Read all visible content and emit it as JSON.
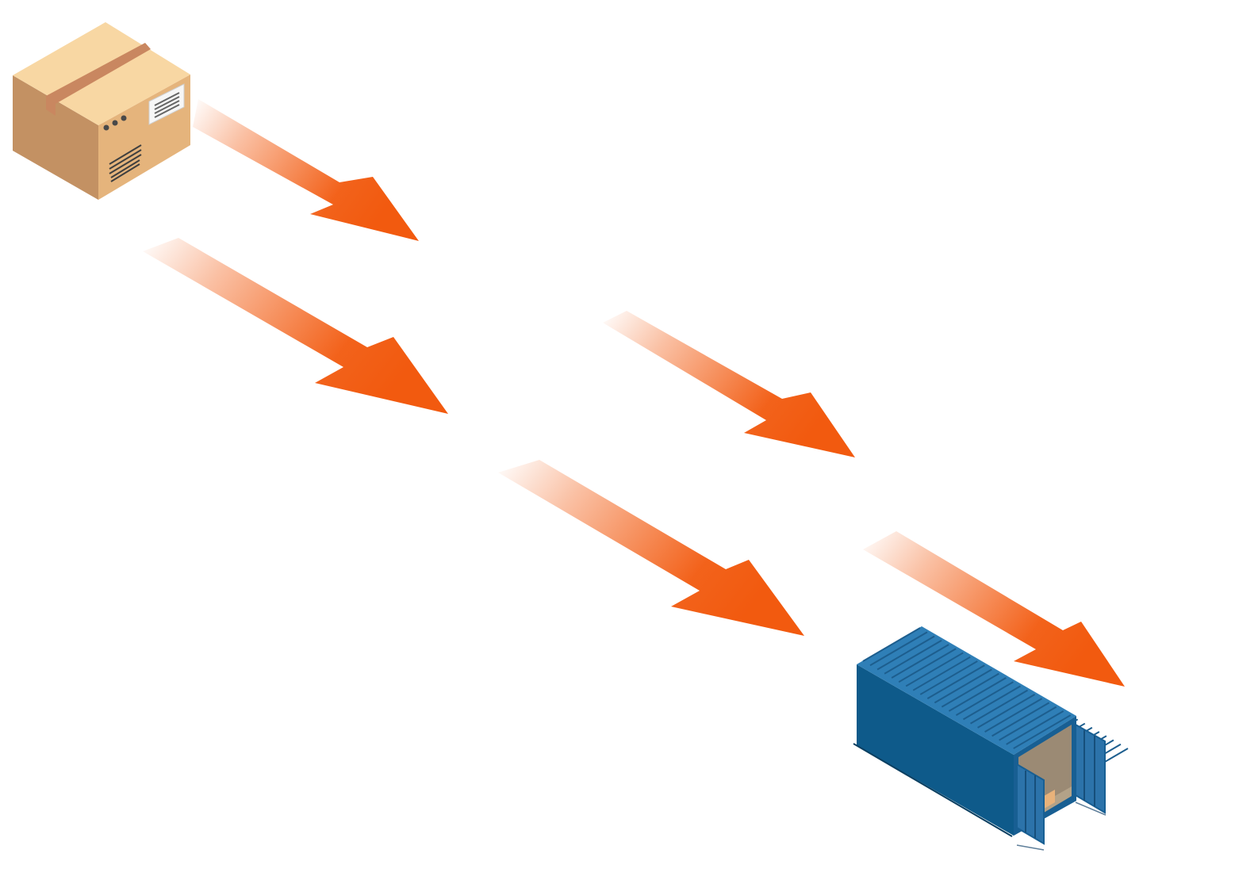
{
  "diagram": {
    "source": {
      "icon": "cardboard-box-icon"
    },
    "target": {
      "icon": "shipping-container-icon"
    },
    "arrows": [
      {
        "id": "arrow-1",
        "icon": "arrow-right-down-icon"
      },
      {
        "id": "arrow-2",
        "icon": "arrow-right-down-icon"
      },
      {
        "id": "arrow-3",
        "icon": "arrow-right-down-icon"
      },
      {
        "id": "arrow-4",
        "icon": "arrow-right-down-icon"
      },
      {
        "id": "arrow-5",
        "icon": "arrow-right-down-icon"
      }
    ]
  },
  "colors": {
    "arrow": "#f25a0f",
    "box_top": "#f8d7a3",
    "box_left": "#c39163",
    "box_right": "#e5b47c",
    "box_tape": "#c98760",
    "container_main": "#0e5a8a",
    "container_top": "#2f7fb7",
    "container_door": "#2c73aa",
    "container_inner": "#9b8a74"
  }
}
